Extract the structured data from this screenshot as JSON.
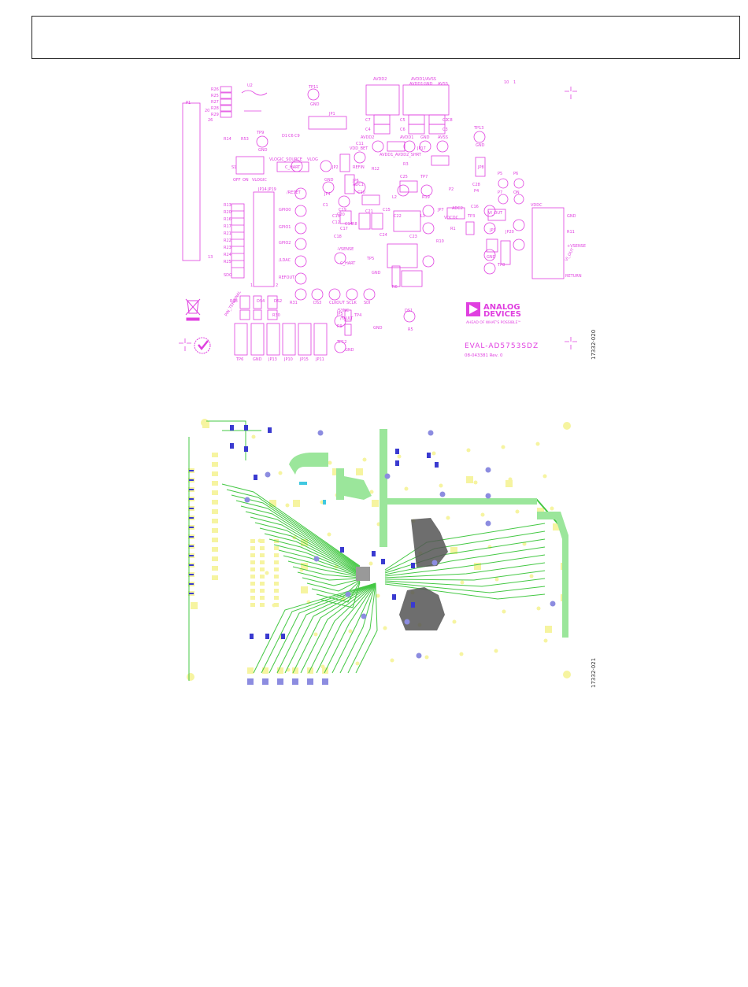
{
  "figure1": {
    "number": "17332-020",
    "logo": {
      "line1": "ANALOG",
      "line2": "DEVICES",
      "tagline": "AHEAD OF WHAT'S POSSIBLE™"
    },
    "board_name": "EVAL-AD5753SDZ",
    "board_rev": "08-043381 Rev. 0",
    "labels": [
      "R26",
      "R25",
      "R27",
      "R28",
      "R29",
      "U2",
      "TP11",
      "GND",
      "AVDD2",
      "AVDD1/AVSS",
      "AVDD1",
      "GND",
      "AVSS",
      "P1",
      "JP1",
      "TP13",
      "GND",
      "C7",
      "C4",
      "C5",
      "C6",
      "C2",
      "C3",
      "C8",
      "TP9",
      "GND",
      "R14",
      "R53",
      "D1",
      "C6",
      "C9",
      "C11",
      "VDD_BET",
      "AVDD2",
      "AVDD1",
      "GND",
      "AVSS",
      "AVDD1_AVDD2_SHRT",
      "S1",
      "VLOGIC_SOURCE",
      "VLOG",
      "JP2",
      "REFIN",
      "R12",
      "R3",
      "JP17",
      "JP8",
      "C28",
      "P4",
      "P5",
      "P6",
      "P7",
      "ON",
      "OFF",
      "ON",
      "VLOGIC",
      "C_HART",
      "TP7",
      "GND",
      "JP4",
      "ADC1",
      "JP6",
      "C25",
      "P2",
      "VDDC",
      "R19",
      "R13",
      "R20",
      "R16",
      "R17",
      "R21",
      "R22",
      "R23",
      "R24",
      "R25",
      "SDO",
      "/RESET",
      "GPIO0",
      "GPIO1",
      "GPIO2",
      "/LDAC",
      "REFOUT",
      "C1",
      "C10",
      "C18",
      "C19",
      "C20",
      "C21",
      "C22",
      "C23",
      "C24",
      "C15",
      "L2",
      "L1",
      "VDCDC",
      "ADC2",
      "JP7",
      "R1",
      "R10",
      "C16",
      "TP3",
      "GND",
      "VI_OUT",
      "JP3",
      "R11",
      "+VSENSE",
      "VI_OUT",
      "RETURN",
      "-VSENSE",
      "C_HART",
      "TP5",
      "GND",
      "C14",
      "C17",
      "C13",
      "C12",
      "R6",
      "R8",
      "JP5",
      "R9",
      "TP8",
      "GND",
      "JP20",
      "R18",
      "PIN_TERMINAL",
      "DS2",
      "R30",
      "DS4",
      "R31",
      "DS3",
      "CLKOUT",
      "SCLK",
      "SDI",
      "/SYNC",
      "/FAULT",
      "TP4",
      "GND",
      "DS1",
      "R5",
      "TP12",
      "GND",
      "TP6",
      "GND",
      "JP13",
      "JP10",
      "JP15",
      "JP11",
      "JP14",
      "JP19",
      "1",
      "2",
      "13",
      "26",
      "20",
      "10",
      "1"
    ]
  },
  "figure2": {
    "number": "17332-021"
  },
  "colors": {
    "silkscreen": "#e040e0",
    "pad": "#f6f4a0",
    "trace": "#44c844",
    "trace_fill": "#9be69b",
    "via": "#8c8ce0",
    "component": "#3a3ad0",
    "shield": "#555555",
    "cyan_component": "#40c8e0"
  }
}
